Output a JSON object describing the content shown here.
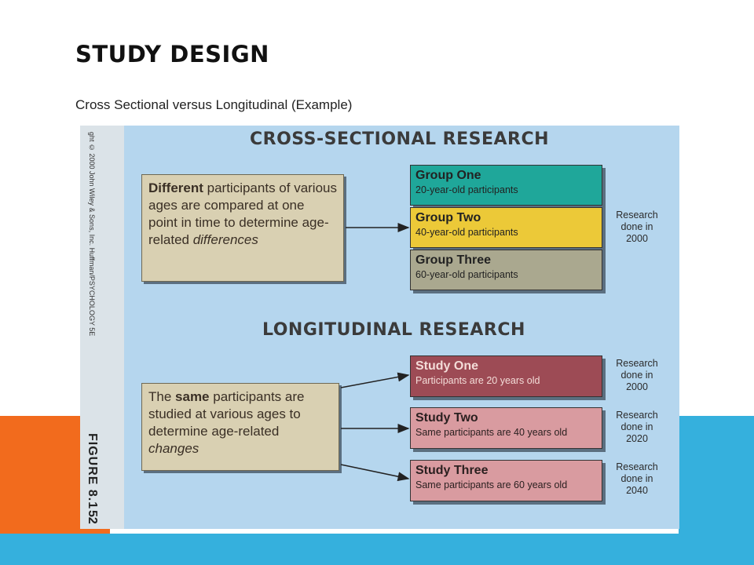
{
  "slide": {
    "title": "STUDY DESIGN",
    "subtitle": "Cross Sectional versus Longitudinal (Example)"
  },
  "figure": {
    "copyright": "ght © 2000 John Wiley & Sons, Inc.   Huffman/PSYCHOLOGY 5E",
    "figure_label": "FIGURE 8.1",
    "page_number": "52",
    "cross_sectional": {
      "heading": "CROSS-SECTIONAL RESEARCH",
      "description_strong": "Different",
      "description_mid": " participants of various ages are compared at one point in time to determine age-related ",
      "description_em": "differences",
      "groups": [
        {
          "title": "Group One",
          "sub": "20-year-old participants"
        },
        {
          "title": "Group Two",
          "sub": "40-year-old participants"
        },
        {
          "title": "Group Three",
          "sub": "60-year-old participants"
        }
      ],
      "note": [
        "Research",
        "done in",
        "2000"
      ]
    },
    "longitudinal": {
      "heading": "LONGITUDINAL RESEARCH",
      "description_pre": "The ",
      "description_strong": "same",
      "description_mid": " participants are studied at various ages to determine age-related ",
      "description_em": "changes",
      "studies": [
        {
          "title": "Study One",
          "sub": "Participants are 20 years old",
          "note": [
            "Research",
            "done in",
            "2000"
          ]
        },
        {
          "title": "Study Two",
          "sub": "Same participants are 40 years old",
          "note": [
            "Research",
            "done in",
            "2020"
          ]
        },
        {
          "title": "Study Three",
          "sub": "Same participants are 60 years old",
          "note": [
            "Research",
            "done in",
            "2040"
          ]
        }
      ]
    }
  },
  "colors": {
    "figure_bg": "#b5d6ee",
    "description_box": "#d9d0b2",
    "group_one": "#1fa79a",
    "group_two": "#ecc938",
    "group_three": "#aaa88f",
    "study_one": "#9d4b55",
    "study_two_three": "#d99ba0",
    "accent_orange": "#f26b1d",
    "accent_blue": "#35b0dd"
  }
}
